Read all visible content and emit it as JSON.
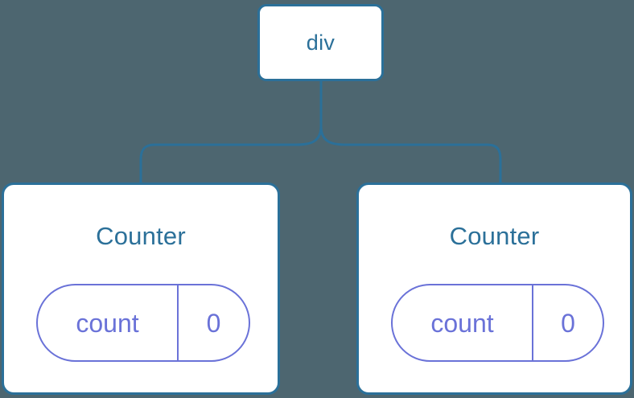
{
  "diagram": {
    "type": "component-tree",
    "background_color": "#4d6670",
    "node_border_color": "#2b7099",
    "node_fill_color": "#ffffff",
    "node_label_color": "#2b7099",
    "connector_color": "#2b7099",
    "state_pill_color": "#6a72d8"
  },
  "root": {
    "label": "div"
  },
  "children": [
    {
      "title": "Counter",
      "state": {
        "key": "count",
        "value": "0"
      }
    },
    {
      "title": "Counter",
      "state": {
        "key": "count",
        "value": "0"
      }
    }
  ]
}
